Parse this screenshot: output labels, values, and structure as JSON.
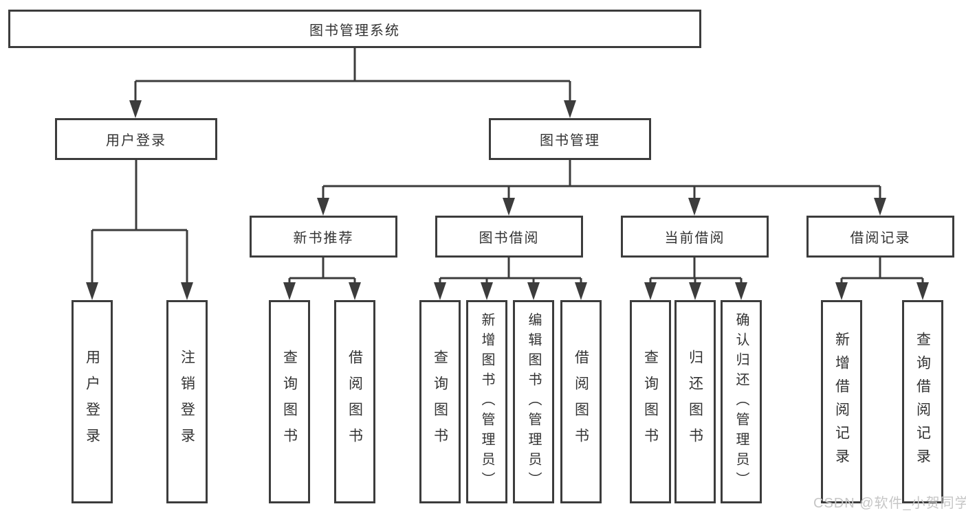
{
  "diagram": {
    "root": {
      "label": "图书管理系统"
    },
    "level2": [
      {
        "label": "用户登录"
      },
      {
        "label": "图书管理"
      }
    ],
    "level3": [
      {
        "label": "新书推荐"
      },
      {
        "label": "图书借阅"
      },
      {
        "label": "当前借阅"
      },
      {
        "label": "借阅记录"
      }
    ],
    "leaves": {
      "user_login": [
        "用户登录",
        "注销登录"
      ],
      "new_books": [
        "查询图书",
        "借阅图书"
      ],
      "book_borrow": [
        "查询图书",
        "新增图书（管理员）",
        "编辑图书（管理员）",
        "借阅图书"
      ],
      "current_borrow": [
        "查询图书",
        "归还图书",
        "确认归还（管理员）"
      ],
      "borrow_records": [
        "新增借阅记录",
        "查询借阅记录"
      ]
    },
    "watermark": "CSDN @软件_小贺同学",
    "colors": {
      "line": "#3c3c3c",
      "box_border": "#3c3c3c",
      "text": "#333333",
      "background": "#ffffff",
      "watermark": "#c6c6c6"
    }
  }
}
